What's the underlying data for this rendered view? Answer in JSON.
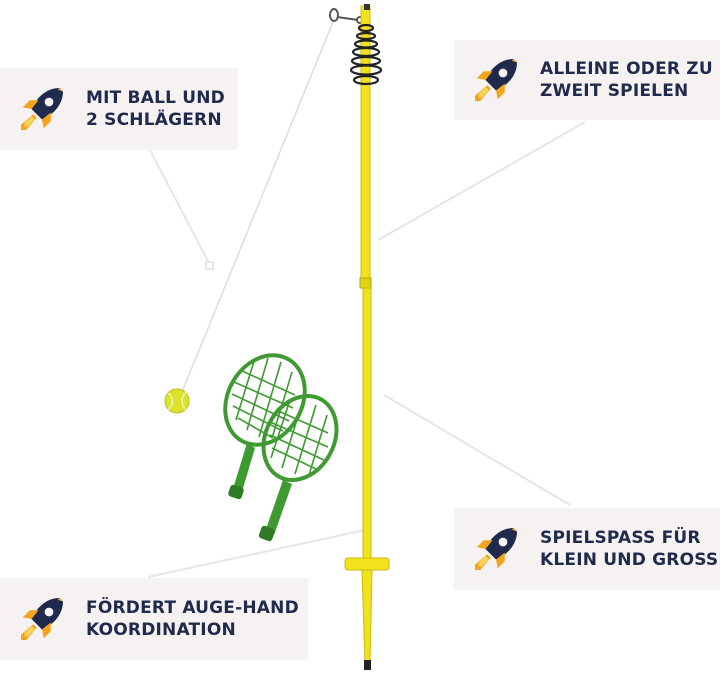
{
  "callouts": [
    {
      "id": "ball-and-rackets",
      "text": "MIT BALL UND\n2 SCHLÄGERN",
      "icon": "rocket-icon"
    },
    {
      "id": "alone-or-two",
      "text": "ALLEINE ODER ZU\nZWEIT SPIELEN",
      "icon": "rocket-icon"
    },
    {
      "id": "fun-for-all",
      "text": "SPIELSPASS FÜR\nKLEIN UND GROSS",
      "icon": "rocket-icon"
    },
    {
      "id": "hand-eye",
      "text": "FÖRDERT AUGE-HAND\nKOORDINATION",
      "icon": "rocket-icon"
    }
  ],
  "colors": {
    "callout_bg": "#f5f2f1",
    "text": "#1f2a4d",
    "pole": "#f2e21c",
    "racket": "#3f9a32",
    "ball": "#dbe32a",
    "rocket_body": "#1f2a4d",
    "rocket_flame": "#f2a51c"
  }
}
